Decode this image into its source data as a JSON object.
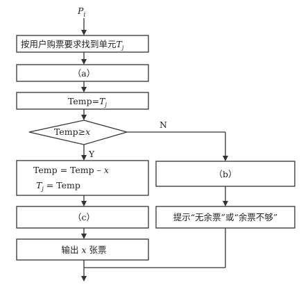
{
  "diagram": {
    "start_label": "P",
    "start_label_sub": "i",
    "box1": {
      "text": "按用户购票要求找到单元",
      "var": "T",
      "sub": "j"
    },
    "box2": {
      "text": "（a）"
    },
    "box3": {
      "text": "Temp=",
      "var": "T",
      "sub": "j"
    },
    "decision": {
      "text": "Temp≥",
      "var": "x"
    },
    "branch_yes": "Y",
    "branch_no": "N",
    "box_left": {
      "line1": "Temp = Temp – ",
      "line1_var": "x",
      "line2_var": "T",
      "line2_sub": "j",
      "line2_rest": " = Temp"
    },
    "box_c": {
      "text": "（c）"
    },
    "box_output": {
      "pre": "输出 ",
      "var": "x",
      "post": " 张票"
    },
    "box_b": {
      "text": "（b）"
    },
    "box_notice": {
      "text": "提示“无余票”或“余票不够”"
    }
  }
}
